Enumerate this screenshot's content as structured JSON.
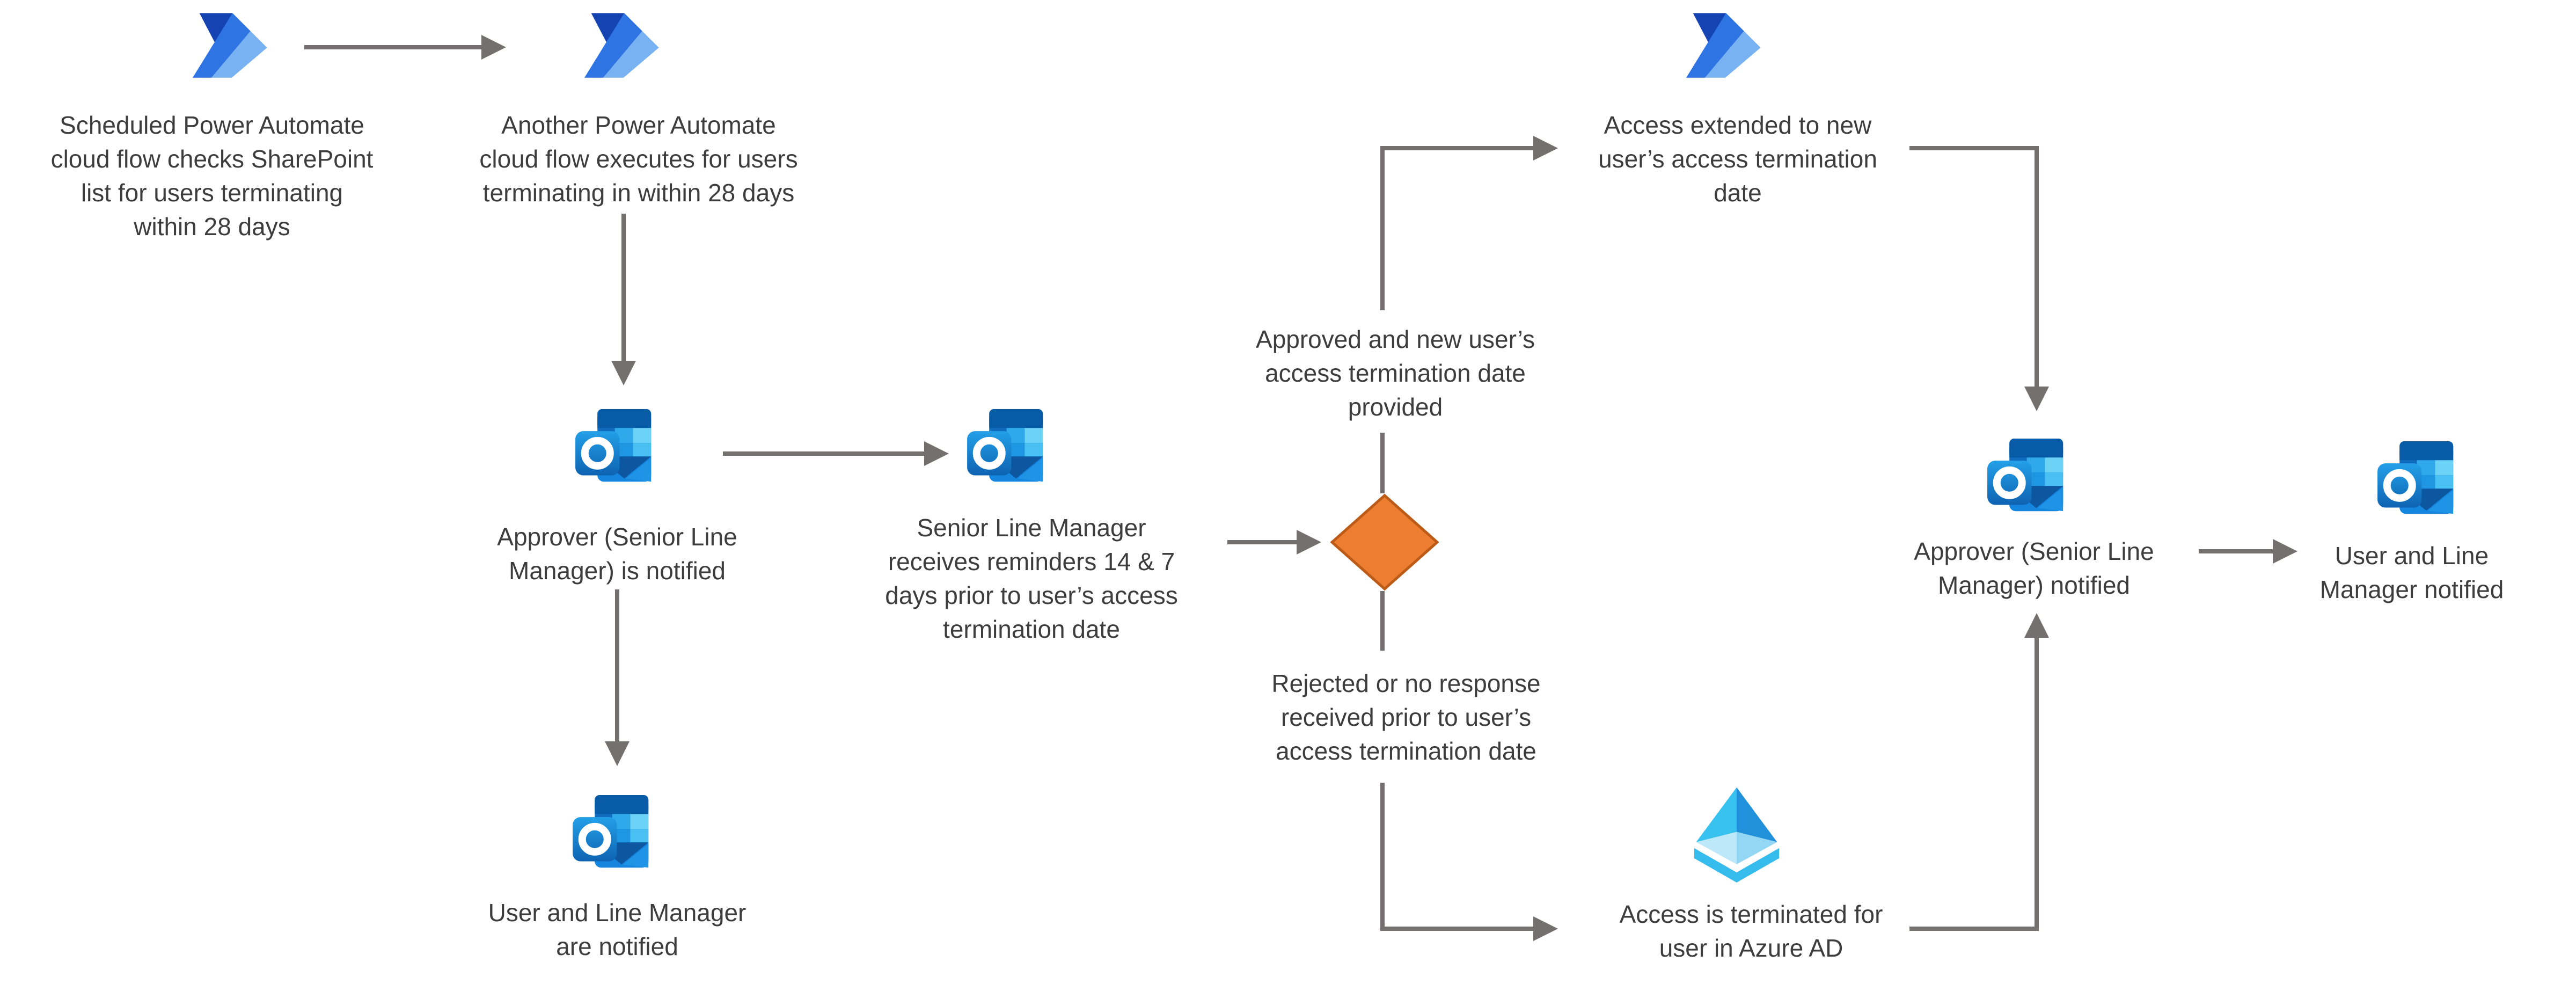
{
  "diagram": {
    "type": "flowchart",
    "background": "#ffffff",
    "description_visible_only": "Power Automate user access termination approval flow"
  },
  "colors": {
    "arrow": "#757070",
    "text": "#3d3d3d",
    "diamond_fill": "#ED7D31",
    "diamond_stroke": "#BC5B17",
    "pa_dark": "#1544B2",
    "pa_mid": "#2E74E3",
    "pa_light": "#79B2F2",
    "ol_back": "#0F6CBF",
    "ol_top_band": "#085BA6",
    "ol_cell_1": "#2FA9E9",
    "ol_cell_2": "#6CD3F7",
    "ol_cell_3": "#1E96E2",
    "ol_cell_4": "#49C0F2",
    "ol_cell_5": "#1470C0",
    "ol_cell_6": "#2E9FE4",
    "ol_envelope": "#1486E0",
    "ol_flap": "#0C57A0",
    "ol_flap_light": "#1F93E6",
    "ol_front_top": "#23A0E8",
    "ol_front_bottom": "#0E63B2",
    "ol_ring": "#ffffff",
    "az_left": "#37C2F0",
    "az_right": "#2291DB",
    "az_front_left": "#BCE8FA",
    "az_front_right": "#93D7F4",
    "az_base": "#35BCEC"
  },
  "icons": {
    "power_automate": "power-automate-icon",
    "outlook": "outlook-icon",
    "azure_ad": "azure-ad-icon",
    "decision": "decision-diamond"
  },
  "nodes": {
    "scheduled_flow": {
      "icon": "power-automate-icon",
      "lines": [
        "Scheduled Power Automate",
        "cloud flow checks SharePoint",
        "list for users terminating",
        "within 28 days"
      ]
    },
    "another_flow": {
      "icon": "power-automate-icon",
      "lines": [
        "Another Power Automate",
        "cloud flow executes for users",
        "terminating in within 28 days"
      ]
    },
    "approver_is_notified": {
      "icon": "outlook-icon",
      "lines": [
        "Approver (Senior Line",
        "Manager) is notified"
      ]
    },
    "reminders": {
      "icon": "outlook-icon",
      "lines": [
        "Senior Line Manager",
        "receives reminders 14 & 7",
        "days prior to user’s access",
        "termination date"
      ]
    },
    "user_lm_are_notified": {
      "icon": "outlook-icon",
      "lines": [
        "User and Line Manager",
        "are notified"
      ]
    },
    "decision": {
      "icon": "decision-diamond",
      "lines": []
    },
    "approved_branch": {
      "lines": [
        "Approved and new user’s",
        "access termination date",
        "provided"
      ]
    },
    "rejected_branch": {
      "lines": [
        "Rejected or no response",
        "received prior to user’s",
        "access termination date"
      ]
    },
    "access_extended": {
      "icon": "power-automate-icon",
      "lines": [
        "Access extended to new",
        "user’s access termination",
        "date"
      ]
    },
    "access_terminated": {
      "icon": "azure-ad-icon",
      "lines": [
        "Access is terminated for",
        "user in Azure AD"
      ]
    },
    "approver_notified": {
      "icon": "outlook-icon",
      "lines": [
        "Approver (Senior Line",
        "Manager) notified"
      ]
    },
    "user_lm_notified": {
      "icon": "outlook-icon",
      "lines": [
        "User and Line",
        "Manager notified"
      ]
    }
  }
}
